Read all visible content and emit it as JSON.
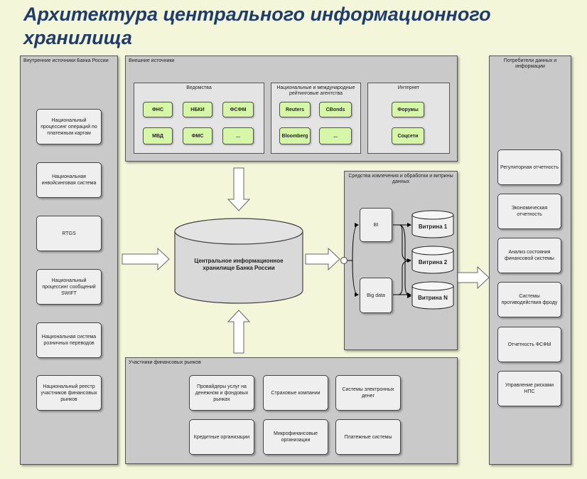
{
  "title": "Архитектура центрального информационного хранилища",
  "internal": {
    "label": "Внутренние источники Банка России",
    "items": [
      "Национальный процессинг операций по платежным картам",
      "Национальная инвойсинговая система",
      "RTGS",
      "Национальный процессинг сообщений SWIFT",
      "Национальная система розничных переводов",
      "Национальный реестр участников финансовых рынков"
    ]
  },
  "external": {
    "label": "Внешние источники",
    "agencies": {
      "label": "Ведомства",
      "items": [
        "ФНС",
        "НБКИ",
        "ФСФМ",
        "МВД",
        "ФМС",
        "..."
      ]
    },
    "ratings": {
      "label": "Национальные и международные рейтинговые агентства",
      "items": [
        "Reuters",
        "CBonds",
        "Bloomberg",
        "..."
      ]
    },
    "internet": {
      "label": "Интернет",
      "items": [
        "Форумы",
        "Соцсети"
      ]
    }
  },
  "storage": {
    "label": "Центральное информационное хранилище Банка России"
  },
  "tools": {
    "label": "Средства извлечения и обработки и витрины данных",
    "bi": "BI",
    "bigdata": "Big data",
    "marts": [
      "Витрина 1",
      "Витрина 2",
      "Витрина N"
    ]
  },
  "participants": {
    "label": "Участники финансовых рынков",
    "items": [
      "Провайдеры услуг на денежном и фондовых рынках",
      "Страховые компании",
      "Системы электронных денег",
      "Кредитные организации",
      "Микрофинансовые организации",
      "Платежные системы"
    ]
  },
  "consumers": {
    "label": "Потребители данных и информации",
    "items": [
      "Регуляторная отчетность",
      "Экономическая отчетность",
      "Анализ состояния финансовой системы",
      "Системы противодействия фроду",
      "Отчетность ФСФМ",
      "Управление рисками НПС"
    ]
  }
}
